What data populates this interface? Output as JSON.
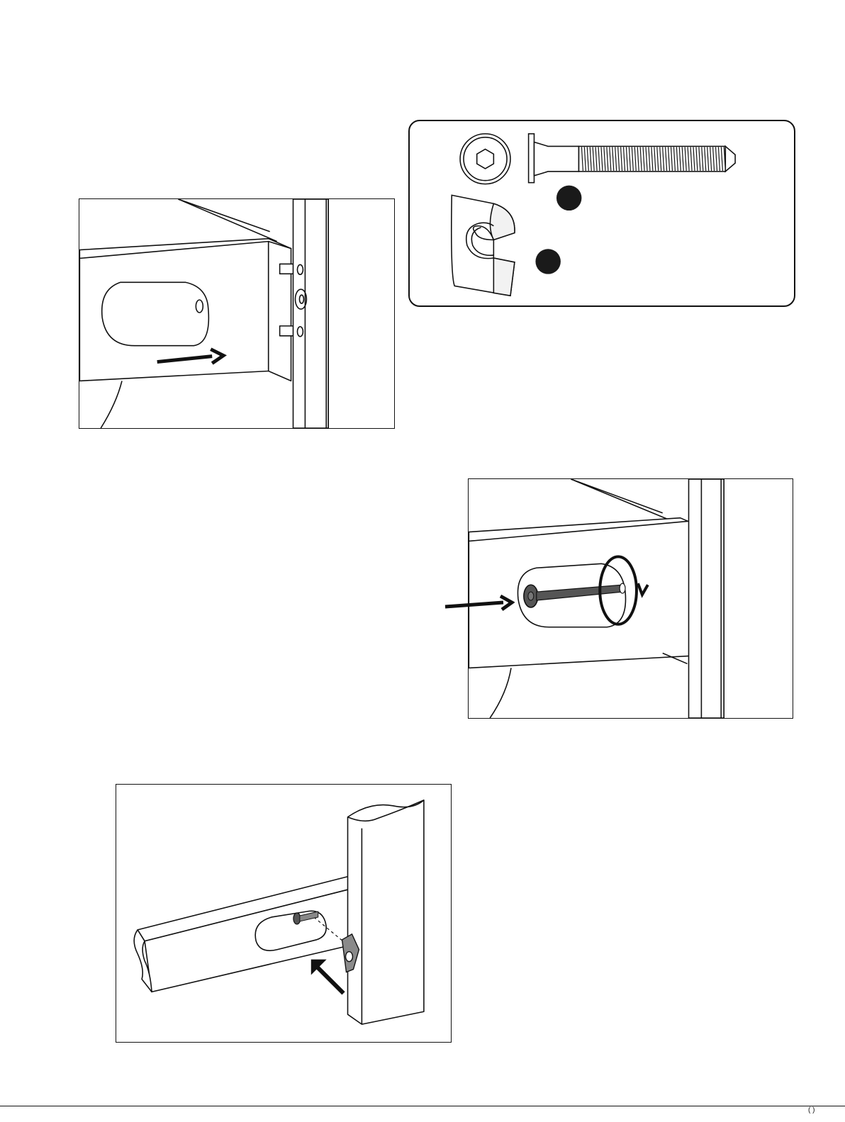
{
  "page": {
    "footer_mark": "( )"
  },
  "colors": {
    "line": "#111111",
    "fill": "#ffffff",
    "hardware_dot": "#1a1a1a",
    "bolt_fill": "#555555",
    "clip_fill": "#8a8a8a"
  },
  "panels": {
    "step_1": {
      "icon": "drawer-side-insert-illustration"
    },
    "hardware": {
      "items": [
        "barrel-nut-icon",
        "joint-connector-bolt-icon",
        "c-clip-icon"
      ]
    },
    "step_2": {
      "icon": "drawer-bolt-tighten-illustration"
    },
    "step_3": {
      "icon": "rail-clip-attach-illustration"
    }
  }
}
